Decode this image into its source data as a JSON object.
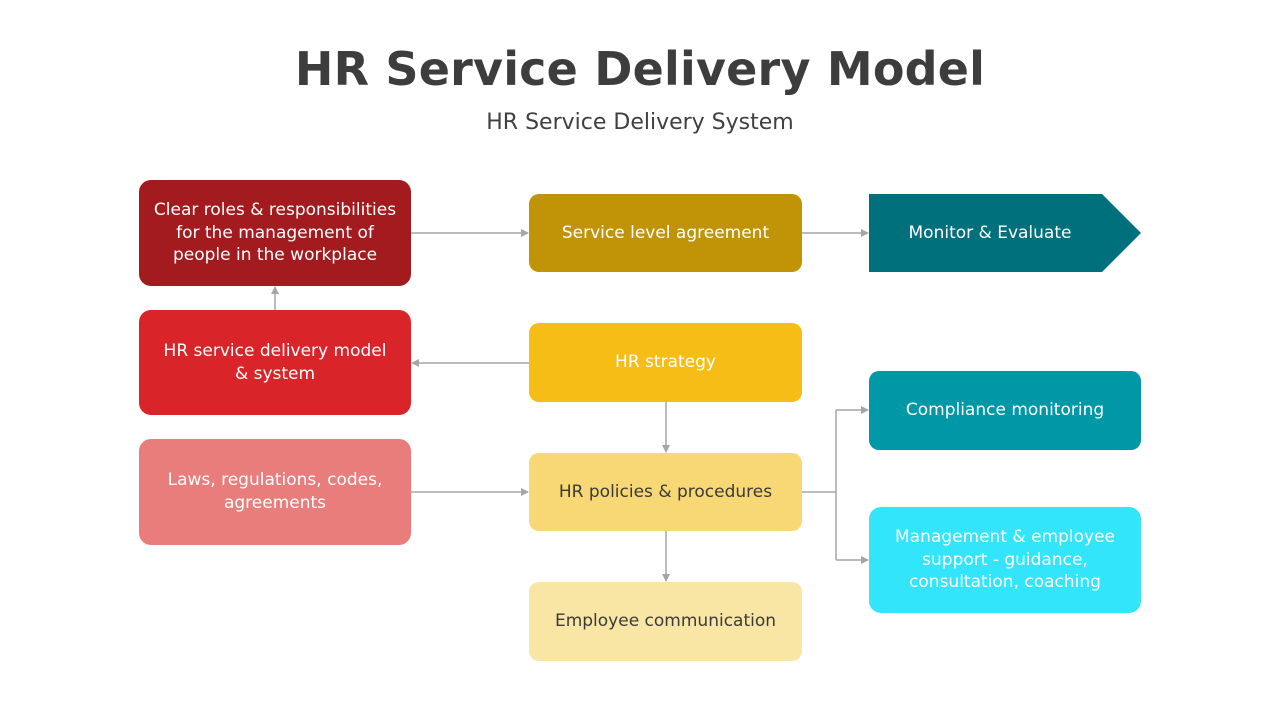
{
  "title": "HR Service Delivery Model",
  "subtitle": "HR Service Delivery System",
  "left_column": {
    "roles": [
      "Clear roles & responsibilities",
      "for the management of",
      "people in the workplace"
    ],
    "model": [
      "HR service delivery model",
      "& system"
    ],
    "laws": [
      "Laws, regulations, codes,",
      "agreements"
    ]
  },
  "center_column": {
    "sla": "Service level agreement",
    "strategy": "HR strategy",
    "policies": "HR policies & procedures",
    "communication": "Employee communication"
  },
  "right_column": {
    "monitor": "Monitor & Evaluate",
    "compliance": "Compliance monitoring",
    "support": [
      "Management & employee",
      "support - guidance,",
      "consultation, coaching"
    ]
  },
  "colors": {
    "roles": "#a31b1f",
    "model": "#d9252a",
    "laws": "#e87d7b",
    "sla": "#c19408",
    "strategy": "#f5bd16",
    "policies": "#f7d875",
    "communication": "#f9e6a5",
    "monitor": "#00707c",
    "compliance": "#0097a7",
    "support": "#33e5fb",
    "connector": "#a6a6a6"
  }
}
